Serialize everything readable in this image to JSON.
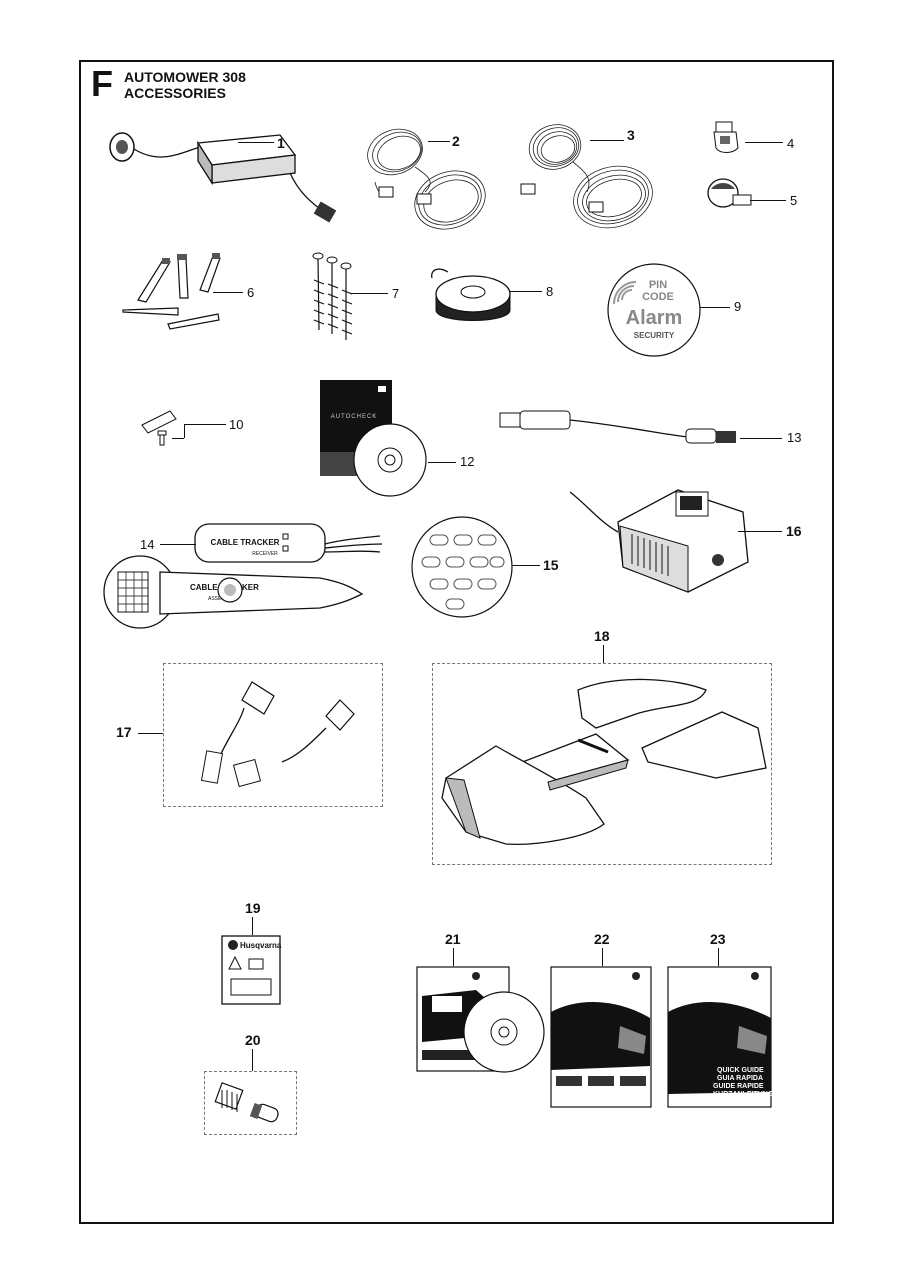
{
  "section": {
    "letter": "F",
    "title_line1": "AUTOMOWER 308",
    "title_line2": "ACCESSORIES"
  },
  "callouts": {
    "c1": "1",
    "c2": "2",
    "c3": "3",
    "c4": "4",
    "c5": "5",
    "c6": "6",
    "c7": "7",
    "c8": "8",
    "c9": "9",
    "c10": "10",
    "c12": "12",
    "c13": "13",
    "c14": "14",
    "c15": "15",
    "c16": "16",
    "c17": "17",
    "c18": "18",
    "c19": "19",
    "c20": "20",
    "c21": "21",
    "c22": "22",
    "c23": "23"
  },
  "parts": {
    "alarm_sticker": {
      "line1": "PIN",
      "line2": "CODE",
      "line3": "Alarm",
      "line4": "SECURITY"
    },
    "autocheck_booklet": {
      "title": "AUTOCHECK"
    },
    "cable_tracker_receiver": {
      "label": "CABLE TRACKER",
      "sub": "RECEIVER"
    },
    "cable_tracker_sender": {
      "label": "CABLE TRACKER",
      "sub": "ASSEMBLY"
    },
    "warning_decal": {
      "brand": "Husqvarna"
    },
    "quick_guide": {
      "line1": "QUICK GUIDE",
      "line2": "GUIA RAPIDA",
      "line3": "GUIDE RAPIDE",
      "line4": "KURZANLEITUNG"
    }
  },
  "colors": {
    "ink": "#111111",
    "dashed_box": "#777777",
    "fill_dark": "#222222",
    "fill_mid": "#888888"
  }
}
